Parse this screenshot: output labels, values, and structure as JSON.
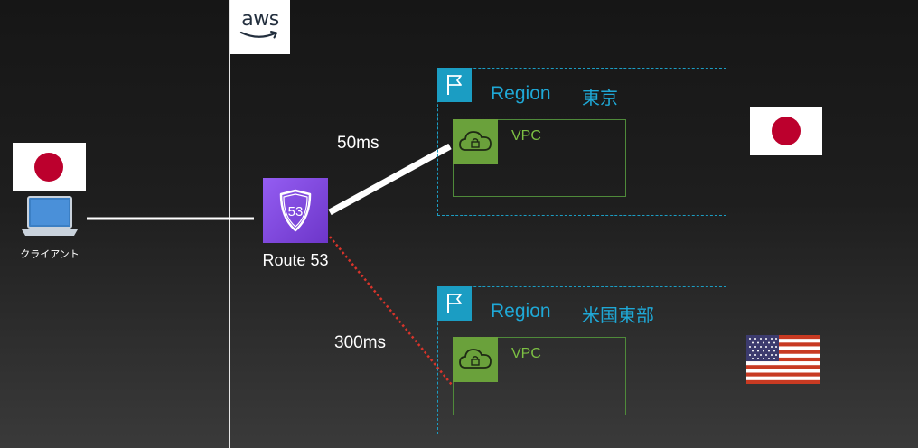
{
  "aws": {
    "logo_text": "aws"
  },
  "client": {
    "label": "クライアント",
    "icon": "laptop-icon",
    "flag": "japan-flag"
  },
  "route53": {
    "label": "Route 53",
    "badge": "53",
    "icon": "route53-shield-icon",
    "color": "#8c4fff"
  },
  "connections": {
    "tokyo_latency": "50ms",
    "us_east_latency": "300ms",
    "tokyo_line_color": "#ffffff",
    "us_east_line_color": "#d8342b"
  },
  "regions": [
    {
      "label": "Region",
      "name": "東京",
      "vpc_label": "VPC",
      "flag": "japan-flag"
    },
    {
      "label": "Region",
      "name": "米国東部",
      "vpc_label": "VPC",
      "flag": "usa-flag"
    }
  ],
  "colors": {
    "region_accent": "#1b9dc3",
    "vpc_accent": "#6aa13b",
    "japan_red": "#bc002d"
  }
}
